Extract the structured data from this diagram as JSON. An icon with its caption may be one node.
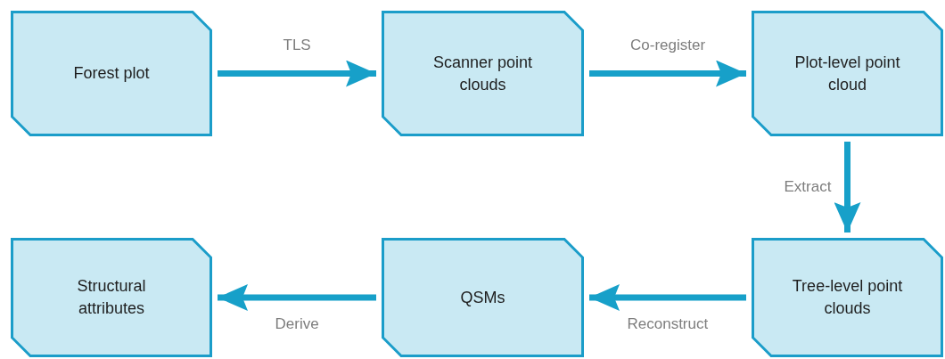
{
  "diagram": {
    "nodes": [
      {
        "text": [
          "Forest plot"
        ]
      },
      {
        "text": [
          "Scanner point clouds"
        ]
      },
      {
        "text": [
          "Plot-level point cloud"
        ]
      },
      {
        "text": [
          "Structural attributes"
        ]
      },
      {
        "text": [
          "QSMs"
        ]
      },
      {
        "text": [
          "Tree-level point clouds"
        ]
      }
    ],
    "edges": [
      {
        "from": 0,
        "to": 1,
        "arrow": "to",
        "label": "TLS"
      },
      {
        "from": 1,
        "to": 2,
        "arrow": "to",
        "label": "Co-register"
      },
      {
        "from": 2,
        "to": 5,
        "arrow": "to",
        "label": "Extract"
      },
      {
        "from": 5,
        "to": 4,
        "arrow": "to",
        "label": "Reconstruct"
      },
      {
        "from": 4,
        "to": 3,
        "arrow": "to",
        "label": "Derive"
      }
    ]
  }
}
